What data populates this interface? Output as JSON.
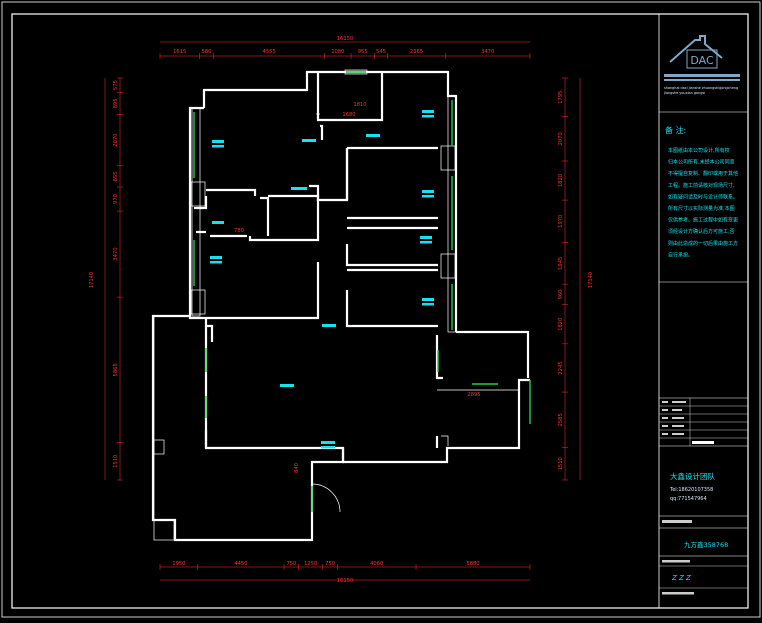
{
  "drawing": {
    "dims_top": {
      "total": "16150",
      "segments": [
        "1615",
        "580",
        "4555",
        "1080",
        "955",
        "545",
        "2365",
        "3470"
      ]
    },
    "dims_bottom": {
      "total": "16150",
      "segments": [
        "1950",
        "4450",
        "750",
        "1250",
        "750",
        "4060",
        "5880"
      ]
    },
    "dims_left": {
      "total": "17140",
      "segments": [
        "575",
        "895",
        "2070",
        "855",
        "970",
        "3470",
        "5865",
        "1510"
      ]
    },
    "dims_right": {
      "total": "17140",
      "segments": [
        "1795",
        "2070",
        "1820",
        "1970",
        "1945",
        "960",
        "1820",
        "2245",
        "2585",
        "1510"
      ]
    },
    "inner_dims": [
      "1810",
      "1680",
      "780",
      "2895",
      "840"
    ]
  },
  "title_block": {
    "logo_text": "DAC",
    "company_lines": [
      "shanghai dacl jianshe zhuangshigongcheng",
      "jiangshe youxian gongsi"
    ],
    "notes_title": "备 注:",
    "notes_lines": [
      "本图纸由本公司设计,所有权",
      "归本公司所有,未经本公司同意",
      "不得擅自复制、翻印或用于其他",
      "工程。施工前请核对现场尺寸,",
      "如有疑问请及时与设计师联系。",
      "所有尺寸以实际测量为准,本图",
      "仅供参考。施工过程中如有变更",
      "须经设计方确认后方可施工,否",
      "则由此造成的一切后果由施工方",
      "自行承担。"
    ],
    "team_name": "大鑫设计团队",
    "tel": "Tel:18620107358",
    "qq": "qq:771547964",
    "qq_label": "九方鑫358768",
    "signature": "Z Z Z"
  },
  "colors": {
    "background": "#000000",
    "wall": "#ffffff",
    "dimension": "#ff3030",
    "window": "#22cc44",
    "room_label": "#17e0f0",
    "logo": "#7fa8c8"
  }
}
